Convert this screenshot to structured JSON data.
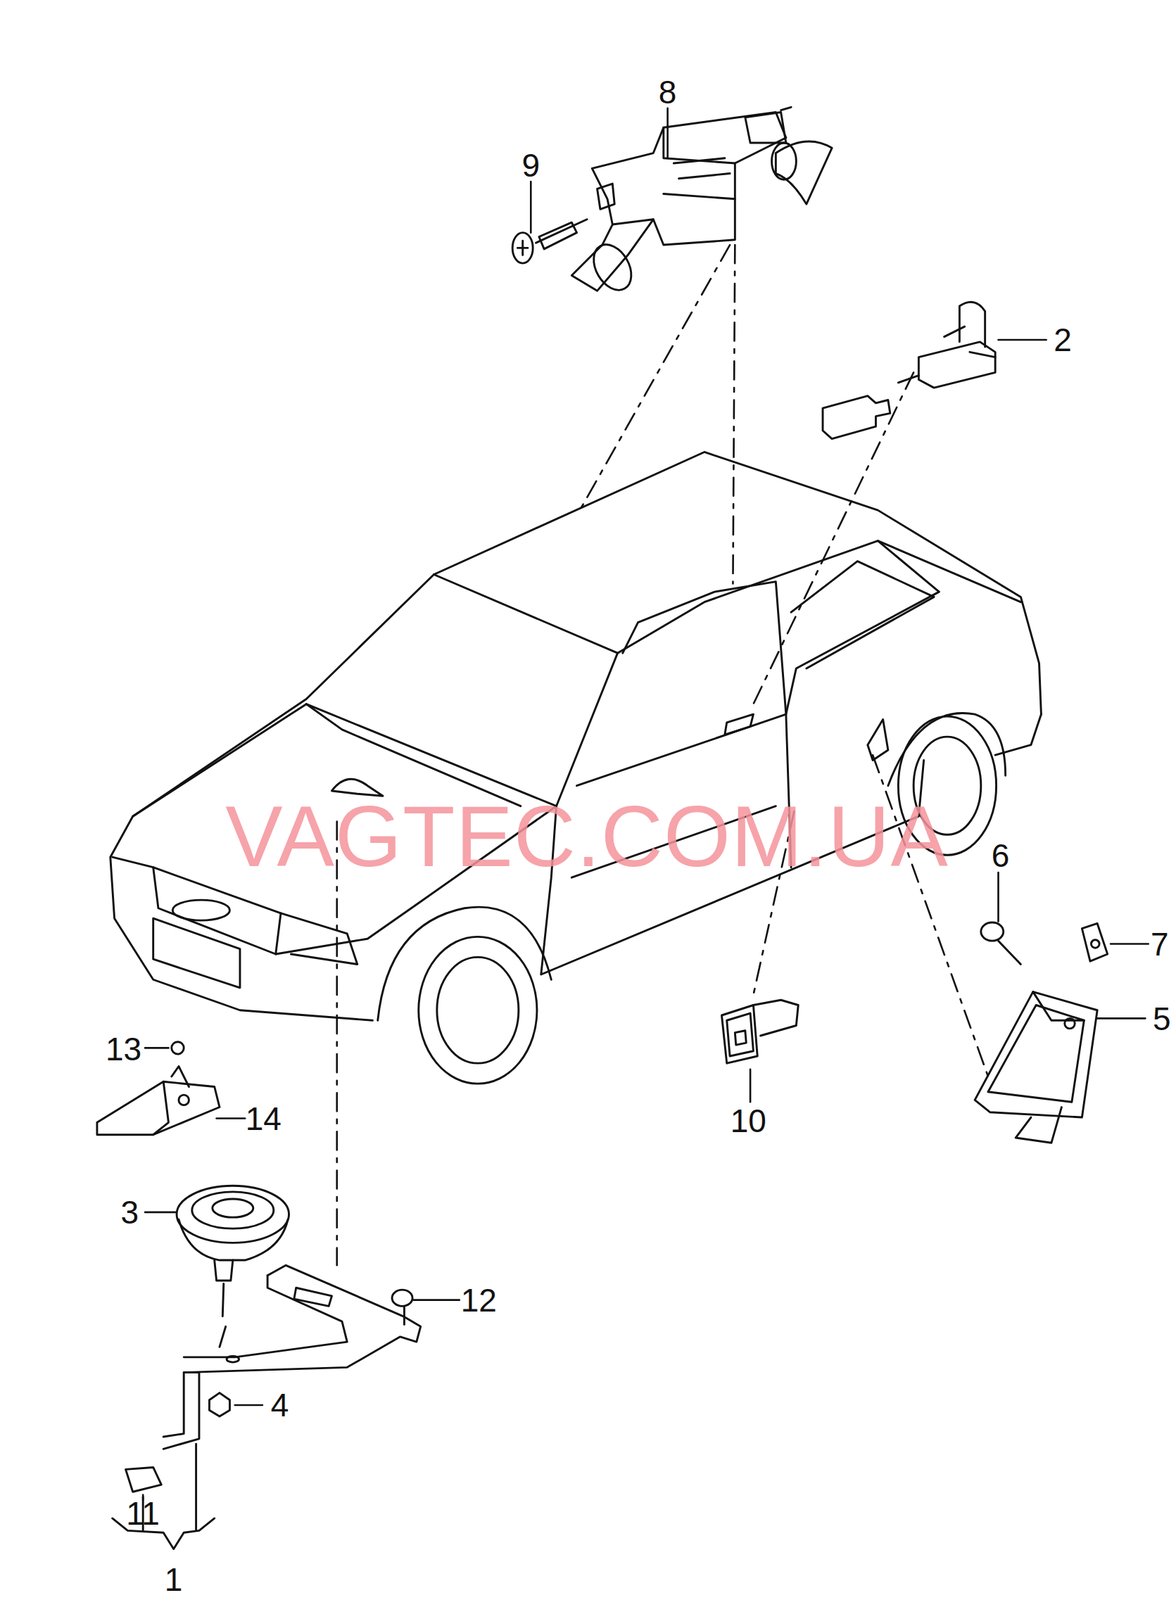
{
  "diagram": {
    "labels": [
      "8",
      "9",
      "2",
      "VAGTEC.COM.UA",
      "6",
      "7",
      "5",
      "10",
      "13",
      "14",
      "3",
      "12",
      "4",
      "11",
      "1"
    ]
  }
}
